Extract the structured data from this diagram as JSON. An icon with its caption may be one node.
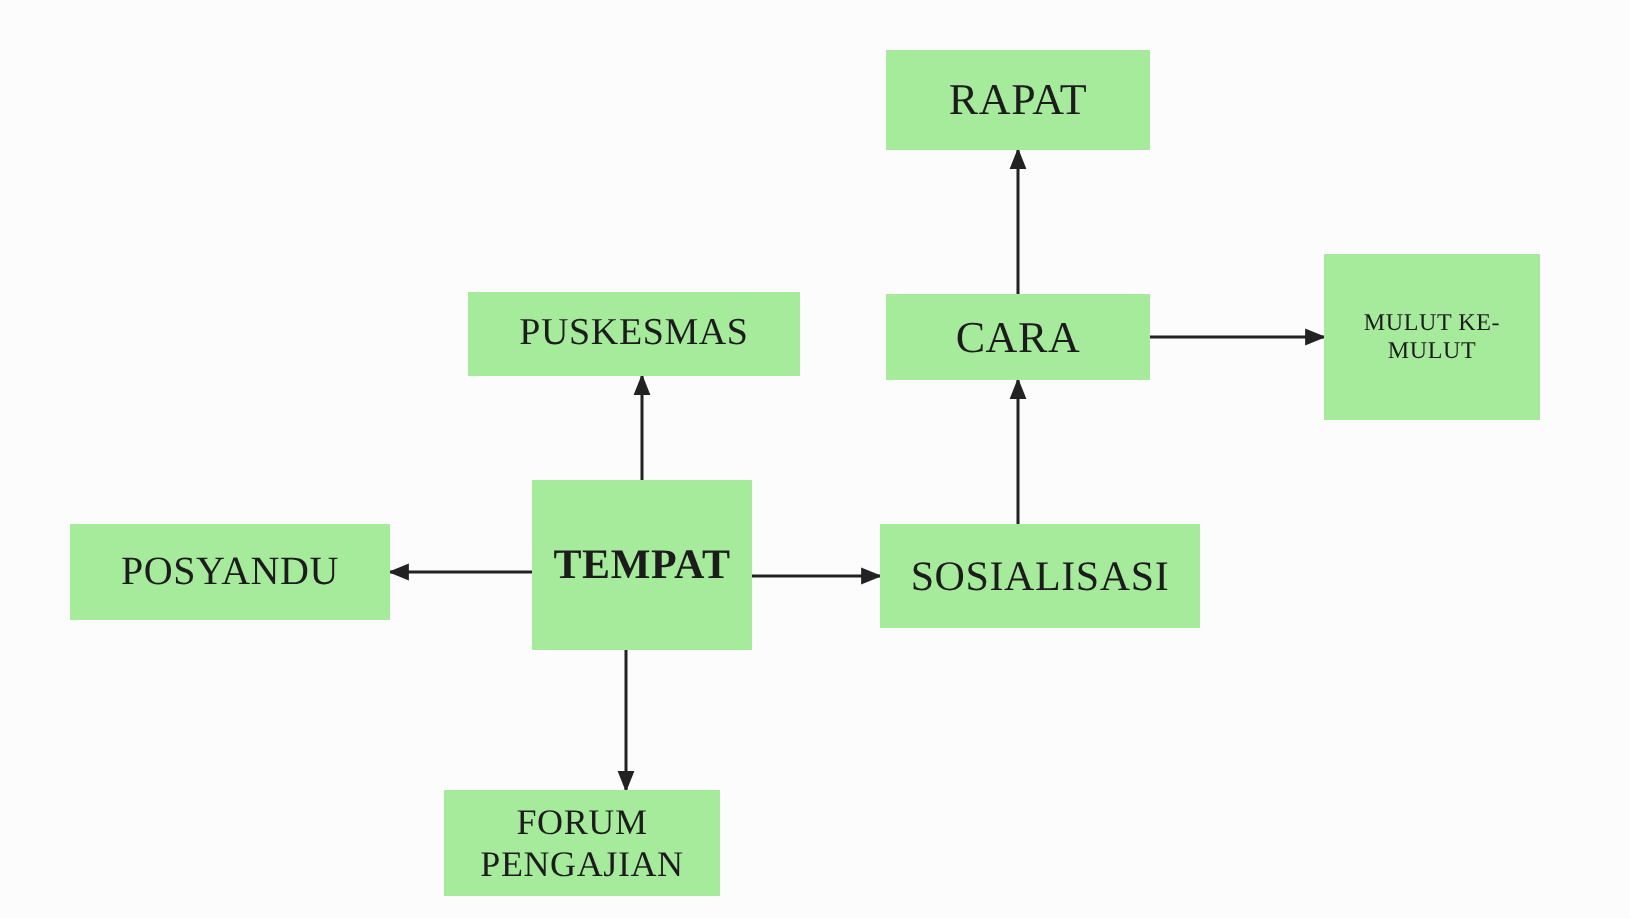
{
  "diagram": {
    "nodes": [
      {
        "text": [
          "RAPAT"
        ]
      },
      {
        "text": [
          "PUSKESMAS"
        ]
      },
      {
        "text": [
          "CARA"
        ]
      },
      {
        "text": [
          "MULUT KE-MULUT"
        ]
      },
      {
        "text": [
          "POSYANDU"
        ]
      },
      {
        "text": [
          "TEMPAT"
        ]
      },
      {
        "text": [
          "SOSIALISASI"
        ]
      },
      {
        "text": [
          "FORUM PENGAJIAN"
        ]
      }
    ],
    "edges": [
      {
        "from": 5,
        "to": 1,
        "arrow": "to"
      },
      {
        "from": 5,
        "to": 4,
        "arrow": "to"
      },
      {
        "from": 5,
        "to": 6,
        "arrow": "to"
      },
      {
        "from": 5,
        "to": 7,
        "arrow": "to"
      },
      {
        "from": 6,
        "to": 2,
        "arrow": "to"
      },
      {
        "from": 2,
        "to": 0,
        "arrow": "to"
      },
      {
        "from": 2,
        "to": 3,
        "arrow": "to"
      }
    ]
  }
}
